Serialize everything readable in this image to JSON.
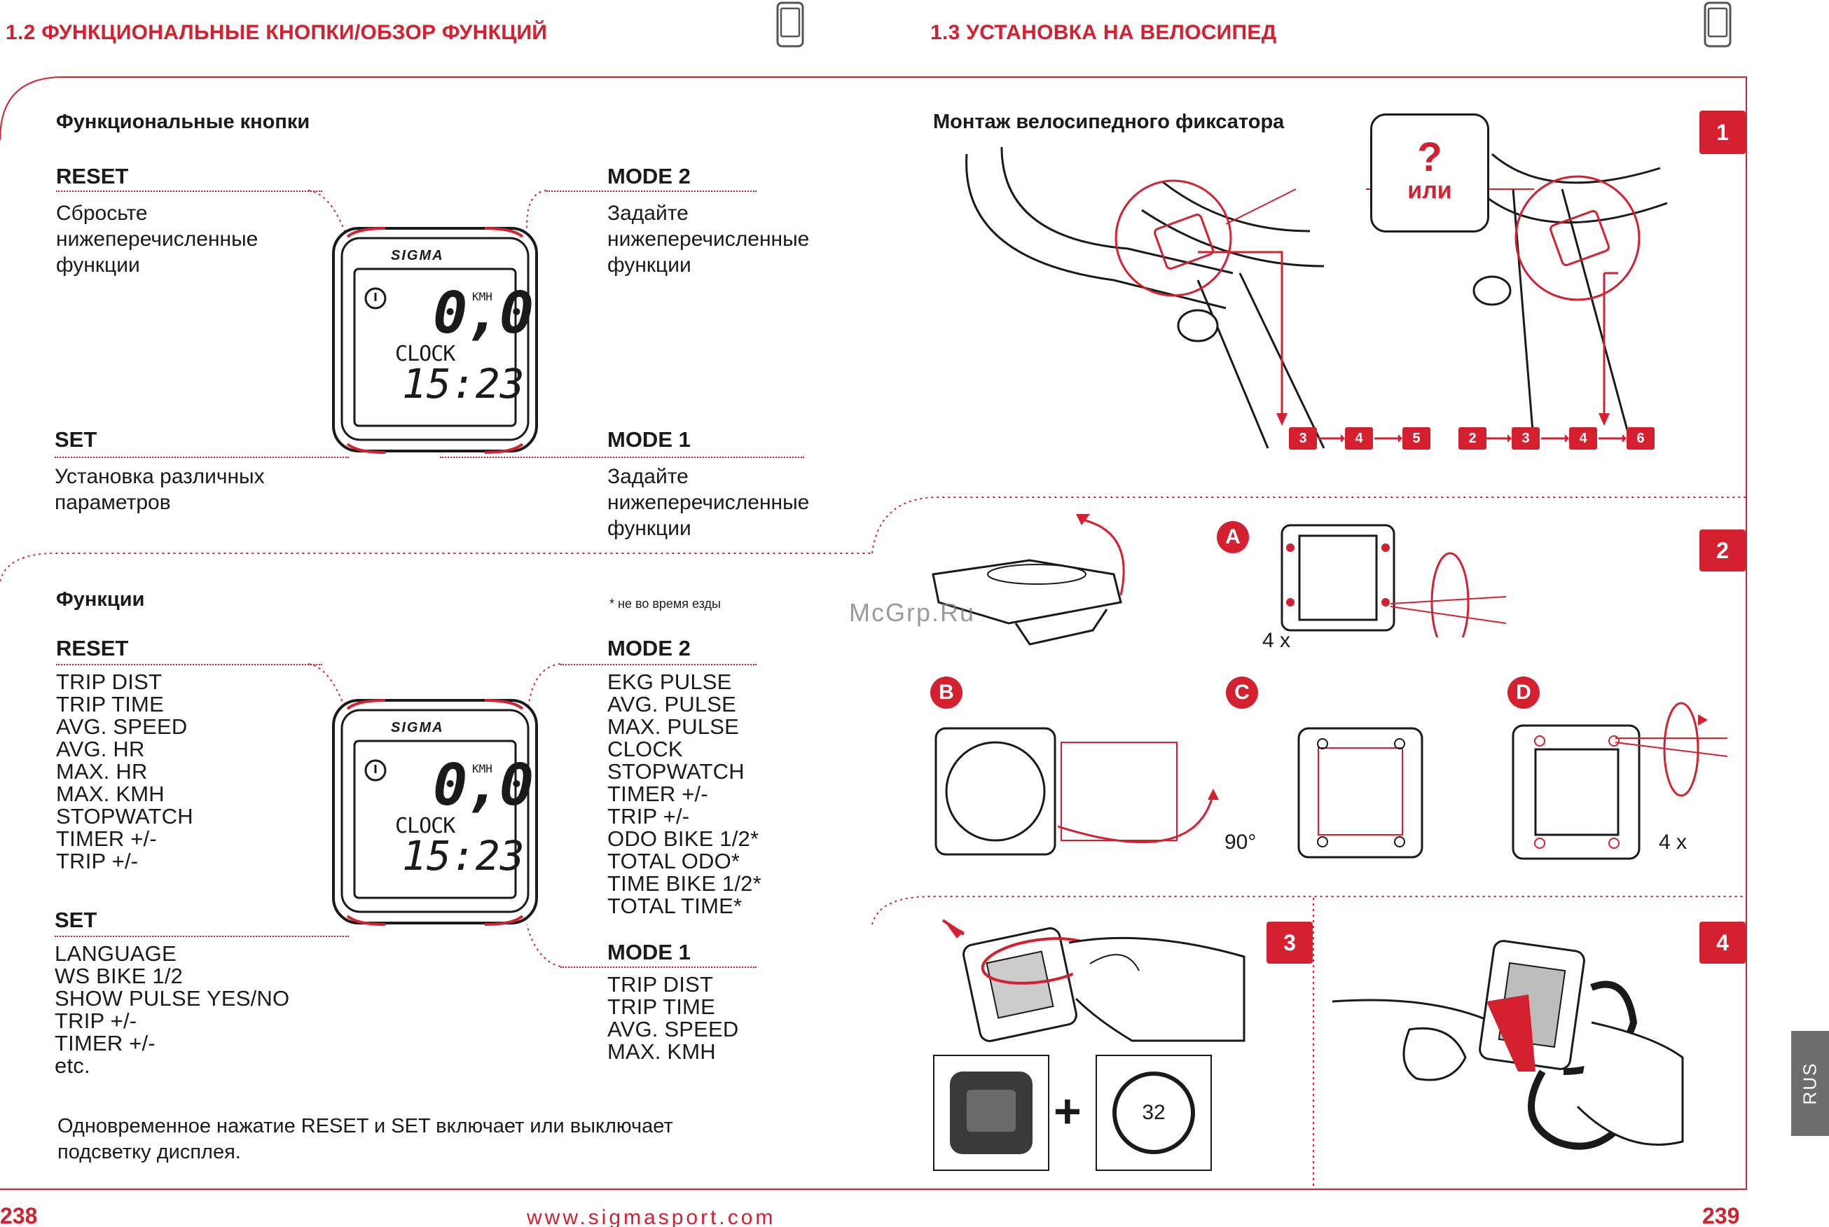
{
  "left_page": {
    "section_title": "1.2 ФУНКЦИОНАЛЬНЫЕ КНОПКИ/ОБЗОР ФУНКЦИЙ",
    "buttons_heading": "Функциональные кнопки",
    "reset_title": "RESET",
    "reset_desc": "Сбросьте\nнижеперечисленные\nфункции",
    "mode2_title": "MODE 2",
    "mode2_desc": "Задайте\nнижеперечисленные\nфункции",
    "set_title": "SET",
    "set_desc": "Установка различных\nпараметров",
    "mode1_title": "MODE 1",
    "mode1_desc": "Задайте\nнижеперечисленные\nфункции",
    "functions_heading": "Функции",
    "note": "* не во время езды",
    "functions": {
      "reset_title": "RESET",
      "reset_items": [
        "TRIP DIST",
        "TRIP TIME",
        "AVG. SPEED",
        "AVG. HR",
        "MAX. HR",
        "MAX. KMH",
        "STOPWATCH",
        "TIMER +/-",
        "TRIP +/-"
      ],
      "set_title": "SET",
      "set_items": [
        "LANGUAGE",
        "WS BIKE 1/2",
        "SHOW PULSE YES/NO",
        "TRIP +/-",
        "TIMER +/-",
        "etc."
      ],
      "mode2_title": "MODE 2",
      "mode2_items": [
        "EKG PULSE",
        "AVG. PULSE",
        "MAX. PULSE",
        "CLOCK",
        "STOPWATCH",
        "TIMER +/-",
        "TRIP +/-",
        "ODO BIKE 1/2*",
        "TOTAL ODO*",
        "TIME BIKE 1/2*",
        "TOTAL TIME*"
      ],
      "mode1_title": "MODE 1",
      "mode1_items": [
        "TRIP DIST",
        "TRIP TIME",
        "AVG. SPEED",
        "MAX. KMH"
      ]
    },
    "bottom_text": "Одновременное нажатие RESET и SET включает или выключает\nподсветку дисплея.",
    "device": {
      "brand": "SIGMA",
      "speed": "0,0",
      "unit": "KMH",
      "label": "CLOCK",
      "time": "15:23"
    },
    "page_number": "238"
  },
  "right_page": {
    "section_title": "1.3 УСТАНОВКА НА ВЕЛОСИПЕД",
    "mount_heading": "Монтаж велосипедного фиксатора",
    "question_mark": "?",
    "or_text": "или",
    "steps_left": [
      "3",
      "4",
      "5"
    ],
    "steps_right": [
      "2",
      "3",
      "4",
      "6"
    ],
    "section_badges": [
      "1",
      "2",
      "3",
      "4"
    ],
    "letters": [
      "A",
      "B",
      "C",
      "D"
    ],
    "times_4_a": "4 x",
    "times_4_d": "4 x",
    "angle": "90°",
    "magnet_number": "32",
    "page_number": "239",
    "side_tab": "RUS",
    "watermark": "McGrp.Ru"
  },
  "footer_url": "www.sigmasport.com"
}
